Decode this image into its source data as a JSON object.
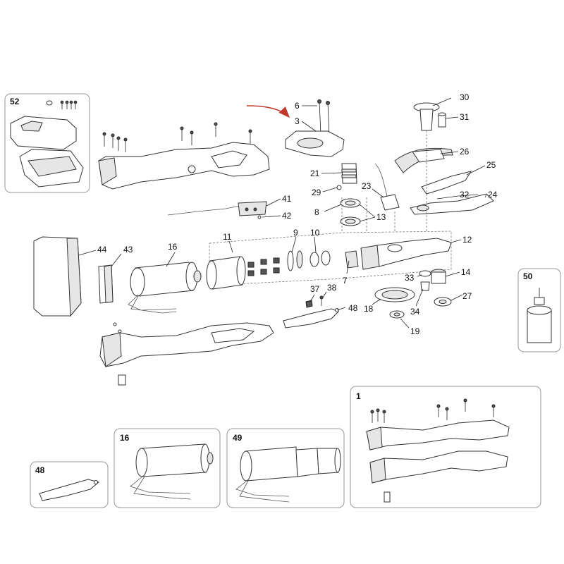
{
  "callouts": {
    "c1": "1",
    "c3": "3",
    "c6": "6",
    "c7": "7",
    "c8": "8",
    "c9": "9",
    "c10": "10",
    "c11": "11",
    "c12": "12",
    "c13": "13",
    "c14": "14",
    "c16": "16",
    "c18": "18",
    "c19": "19",
    "c21": "21",
    "c23": "23",
    "c24": "24",
    "c25": "25",
    "c26": "26",
    "c27": "27",
    "c29": "29",
    "c30": "30",
    "c31": "31",
    "c32": "32",
    "c33": "33",
    "c34": "34",
    "c37": "37",
    "c38": "38",
    "c41": "41",
    "c42": "42",
    "c43": "43",
    "c44": "44",
    "c48": "48",
    "c50": "50",
    "c52": "52"
  },
  "boxes": {
    "b52": "52",
    "b50": "50",
    "b48": "48",
    "b16": "16",
    "b49": "49",
    "b1": "1"
  },
  "colors": {
    "line": "#333333",
    "arrow": "#c0392b",
    "frame": "#999999"
  }
}
